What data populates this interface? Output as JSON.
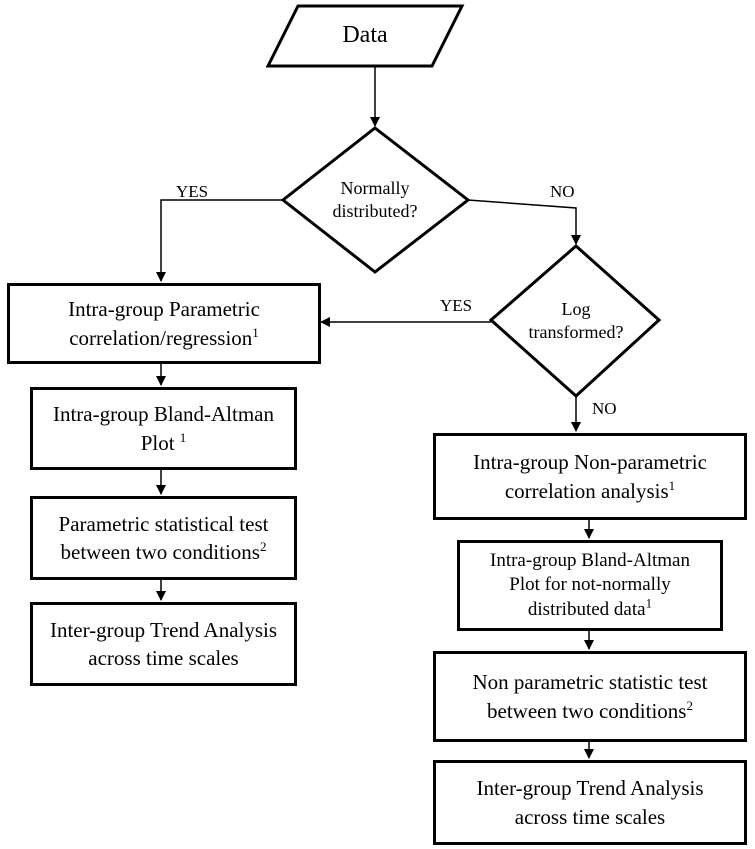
{
  "start": {
    "label": "Data"
  },
  "decision1": {
    "line1": "Normally",
    "line2": "distributed?",
    "yes": "YES",
    "no": "NO"
  },
  "decision2": {
    "line1": "Log",
    "line2": "transformed?",
    "yes": "YES",
    "no": "NO"
  },
  "left": [
    {
      "line1": "Intra-group Parametric",
      "line2": "correlation/regression",
      "sup": "1"
    },
    {
      "line1": "Intra-group Bland-Altman",
      "line2": "Plot ",
      "sup": "1"
    },
    {
      "line1": "Parametric statistical test",
      "line2": "between two conditions",
      "sup": "2"
    },
    {
      "line1": "Inter-group Trend Analysis",
      "line2": "across time scales",
      "sup": ""
    }
  ],
  "right": [
    {
      "line1": "Intra-group Non-parametric",
      "line2": "correlation analysis",
      "sup": "1"
    },
    {
      "line1": "Intra-group Bland-Altman",
      "line2": "Plot for not-normally",
      "line3": "distributed data",
      "sup": "1"
    },
    {
      "line1": "Non parametric statistic test",
      "line2": "between two conditions",
      "sup": "2"
    },
    {
      "line1": "Inter-group Trend Analysis",
      "line2": "across time scales",
      "sup": ""
    }
  ]
}
